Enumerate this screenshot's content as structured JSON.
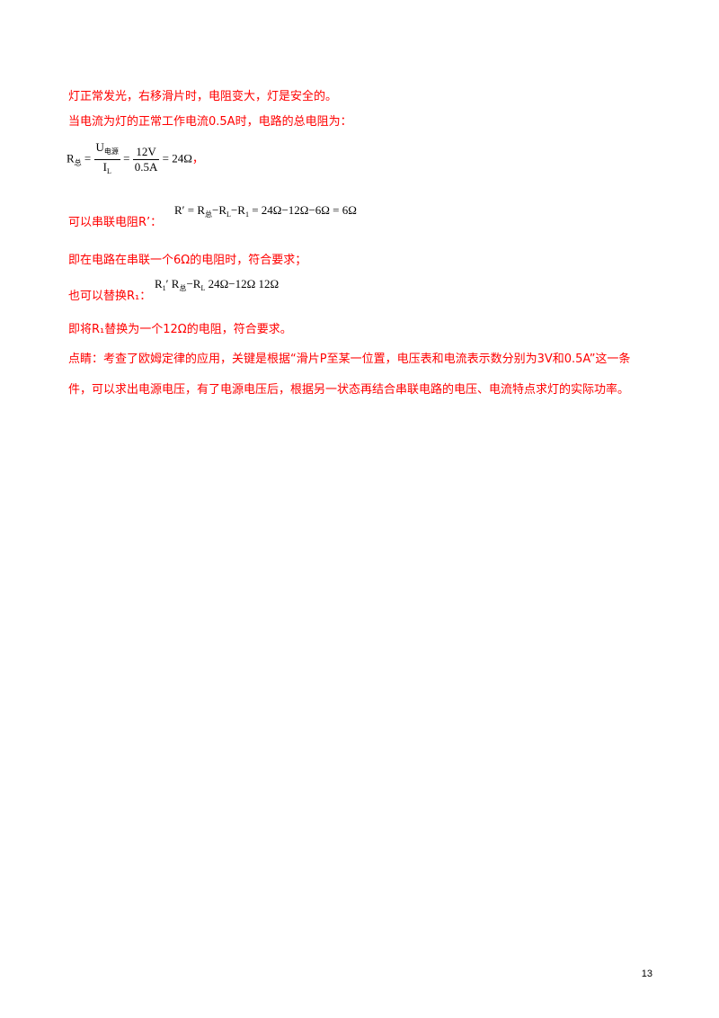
{
  "lines": {
    "l1": "灯正常发光，右移滑片时，电阻变大，灯是安全的。",
    "l2": "当电流为灯的正常工作电流0.5A时，电路的总电阻为：",
    "l3": "可以串联电阻R’：",
    "l4": "即在电路在串联一个6Ω的电阻时，符合要求；",
    "l5": "也可以替换R₁：",
    "l6": "即将R₁替换为一个12Ω的电阻，符合要求。",
    "l7": "点睛：考查了欧姆定律的应用，关键是根据“滑片P至某一位置，电压表和电流表示数分别为3V和0.5A”这一条件，可以求出电源电压，有了电源电压后，根据另一状态再结合串联电路的电压、电流特点求灯的实际功率。"
  },
  "formula1": {
    "lhs": "R",
    "lhs_sub": "总",
    "eq": "=",
    "num1": "U",
    "num1_sub": "电源",
    "den1": "I",
    "den1_sub": "L",
    "num2": "12V",
    "den2": "0.5A",
    "result": "= 24Ω",
    "comma": "，"
  },
  "formula2": {
    "text_a": "R′ = R",
    "sub_a": "总",
    "text_b": "−R",
    "sub_b": "L",
    "text_c": "−R",
    "sub_c": "1",
    "text_d": " = 24Ω−12Ω−6Ω = 6Ω"
  },
  "formula3": {
    "text_a": "R",
    "sub_a": "1",
    "text_b": "′    R",
    "sub_b": "总",
    "text_c": "−R",
    "sub_c": "L",
    "text_d": "   24Ω−12Ω    12Ω"
  },
  "page_number": "13"
}
